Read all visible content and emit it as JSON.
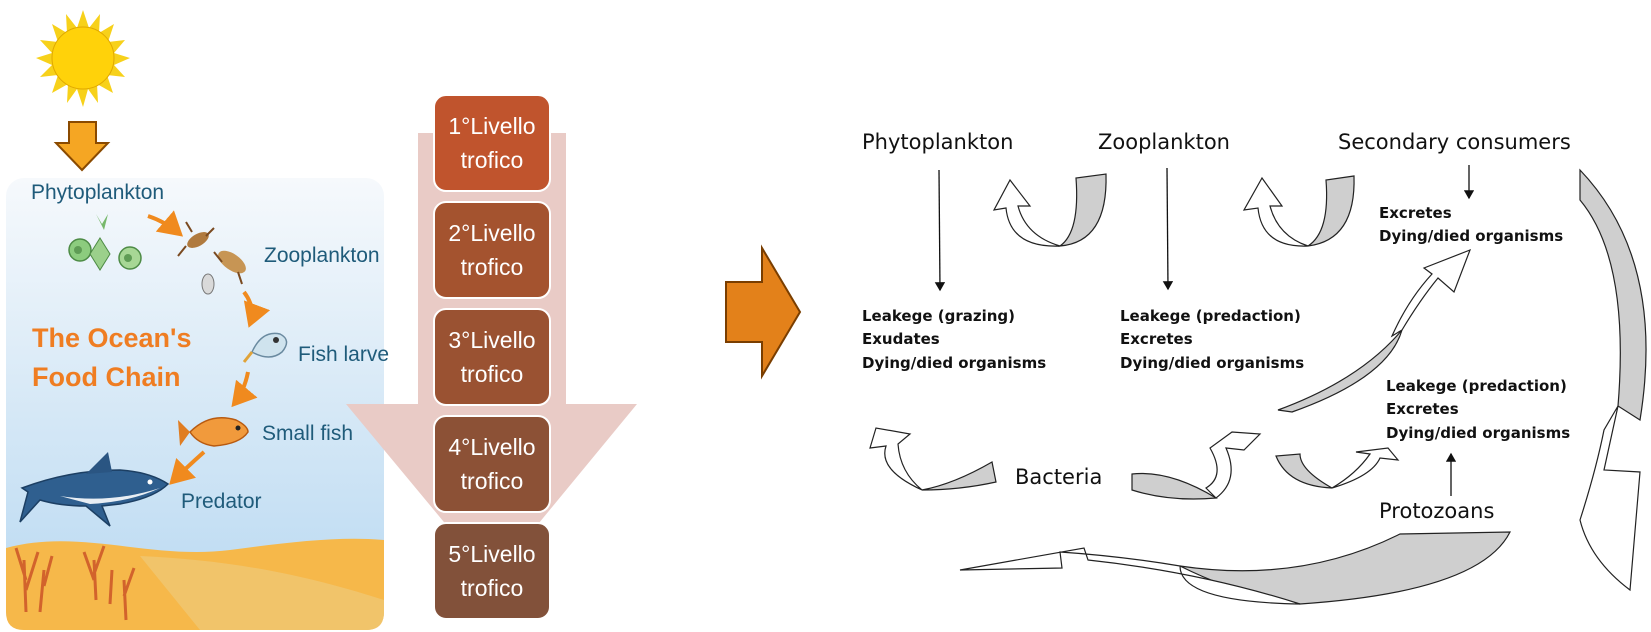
{
  "left_panel": {
    "title_line1": "The Ocean's",
    "title_line2": "Food Chain",
    "labels": [
      "Phytoplankton",
      "Zooplankton",
      "Fish larve",
      "Small fish",
      "Predator"
    ]
  },
  "levels": [
    {
      "line1": "1°Livello",
      "line2": "trofico",
      "color": "#c0542d"
    },
    {
      "line1": "2°Livello",
      "line2": "trofico",
      "color": "#a4532f"
    },
    {
      "line1": "3°Livello",
      "line2": "trofico",
      "color": "#9a5232"
    },
    {
      "line1": "4°Livello",
      "line2": "trofico",
      "color": "#8c5136"
    },
    {
      "line1": "5°Livello",
      "line2": "trofico",
      "color": "#82513a"
    }
  ],
  "right_diagram": {
    "nodes": {
      "phytoplankton": "Phytoplankton",
      "zooplankton": "Zooplankton",
      "secondary": "Secondary consumers",
      "bacteria": "Bacteria",
      "protozoans": "Protozoans"
    },
    "phyto_notes": [
      "Leakege (grazing)",
      "Exudates",
      "Dying/died organisms"
    ],
    "zoo_notes": [
      "Leakege (predaction)",
      "Excretes",
      "Dying/died organisms"
    ],
    "secondary_notes": [
      "Excretes",
      "Dying/died organisms"
    ],
    "protozoa_notes": [
      "Leakege (predaction)",
      "Excretes",
      "Dying/died organisms"
    ]
  },
  "colors": {
    "sun": "#ffd814",
    "arrow_orange": "#e8801f",
    "sea_top": "#f4f8fc",
    "sea_bottom": "#b9daf2",
    "sand": "#f5b74a",
    "level_arrow": "#e9cbc6",
    "shade_gray": "#cfcfcf"
  }
}
